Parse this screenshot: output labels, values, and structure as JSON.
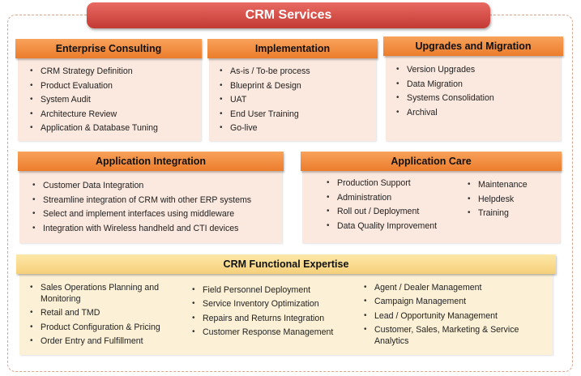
{
  "title": "CRM Services",
  "sections": {
    "enterprise_consulting": {
      "title": "Enterprise Consulting",
      "items": [
        "CRM Strategy Definition",
        "Product Evaluation",
        "System Audit",
        "Architecture Review",
        "Application & Database Tuning"
      ]
    },
    "implementation": {
      "title": "Implementation",
      "items": [
        "As-is / To-be process",
        "Blueprint & Design",
        "UAT",
        "End User Training",
        "Go-live"
      ]
    },
    "upgrades_migration": {
      "title": "Upgrades and Migration",
      "items": [
        "Version Upgrades",
        "Data Migration",
        "Systems Consolidation",
        "Archival"
      ]
    },
    "application_integration": {
      "title": "Application Integration",
      "items": [
        "Customer Data Integration",
        "Streamline integration of CRM with other ERP systems",
        "Select and implement interfaces using middleware",
        "Integration with Wireless handheld and CTI devices"
      ]
    },
    "application_care": {
      "title": "Application Care",
      "items_left": [
        "Production Support",
        "Administration",
        "Roll out / Deployment",
        "Data Quality Improvement"
      ],
      "items_right": [
        "Maintenance",
        "Helpdesk",
        "Training"
      ]
    },
    "functional_expertise": {
      "title": "CRM Functional  Expertise",
      "col1": [
        "Sales Operations Planning and Monitoring",
        "Retail and TMD",
        "Product Configuration & Pricing",
        "Order Entry and Fulfillment"
      ],
      "col2": [
        "Field Personnel Deployment",
        "Service Inventory Optimization",
        "Repairs and Returns Integration",
        "Customer Response Management"
      ],
      "col3": [
        "Agent / Dealer Management",
        "Campaign Management",
        "Lead / Opportunity Management",
        "Customer, Sales, Marketing & Service Analytics"
      ]
    }
  }
}
